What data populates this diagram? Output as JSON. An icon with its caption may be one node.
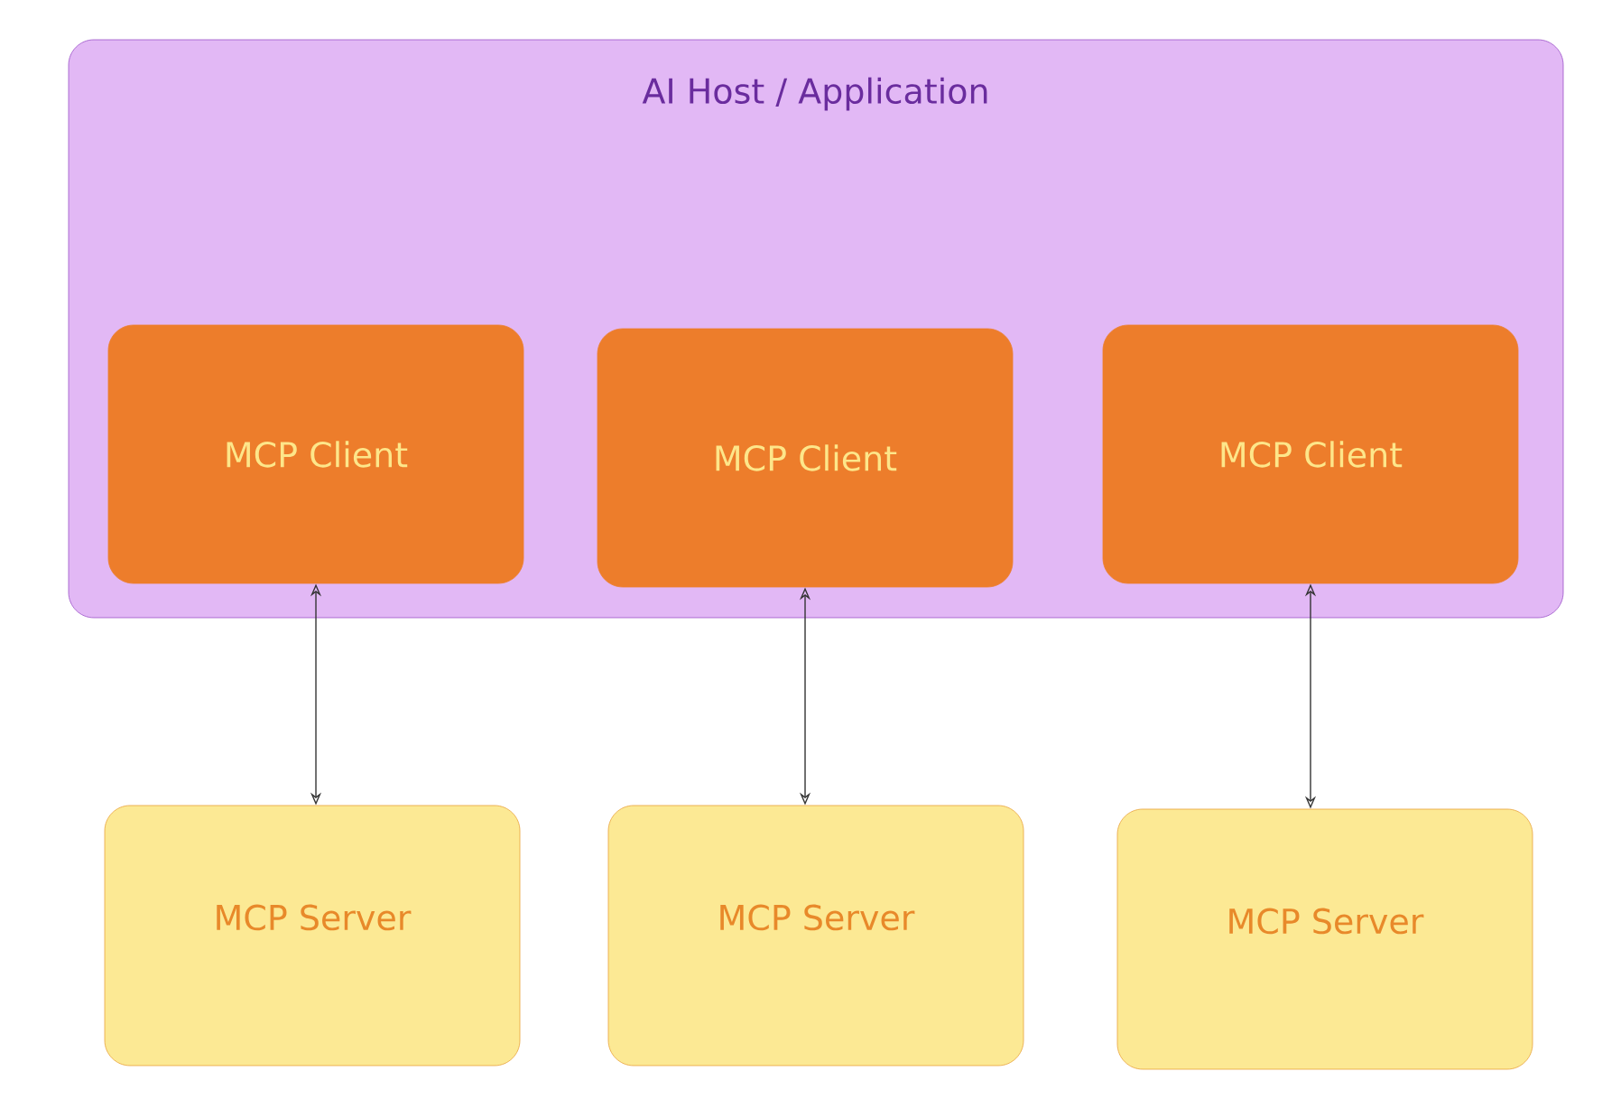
{
  "diagram": {
    "nodes": [
      {
        "text": [
          "AI Host / Application"
        ]
      },
      {
        "text": [
          "MCP Client"
        ],
        "in": 0
      },
      {
        "text": [
          "MCP Client"
        ],
        "in": 0
      },
      {
        "text": [
          "MCP Client"
        ],
        "in": 0
      },
      {
        "text": [
          "MCP Server"
        ]
      },
      {
        "text": [
          "MCP Server"
        ]
      },
      {
        "text": [
          "MCP Server"
        ]
      }
    ],
    "edges": [
      {
        "from": 1,
        "to": 4,
        "arrow": "both"
      },
      {
        "from": 2,
        "to": 5,
        "arrow": "both"
      },
      {
        "from": 3,
        "to": 6,
        "arrow": "both"
      }
    ]
  }
}
